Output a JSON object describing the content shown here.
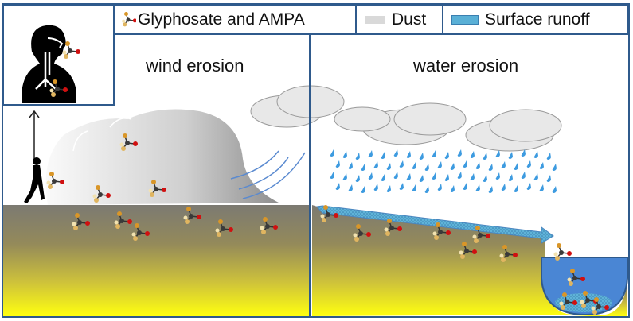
{
  "legend": {
    "molecule_label": "Glyphosate and AMPA",
    "dust_label": "Dust",
    "runoff_label": "Surface runoff"
  },
  "panels": {
    "wind": {
      "title": "wind erosion"
    },
    "water": {
      "title": "water erosion"
    }
  },
  "icons": {
    "molecule": "glyphosate-molecule-icon",
    "person": "human-respiratory-icon",
    "walker": "walking-person-icon",
    "dust": "dust-cloud-icon",
    "rain": "rain-cloud-icon"
  },
  "colors": {
    "frame": "#2f5a8c",
    "dust": "#d9d9d9",
    "runoff": "#5ab0d6",
    "water": "#4a86d4",
    "soil_top": "#7d7a70",
    "soil_bottom": "#ffff10",
    "rain": "#3d9be0",
    "wind": "#5a8ad0",
    "molecule_center": "#3a3a3a",
    "molecule_oxygen": "#d01010",
    "molecule_phosphate": "#e0a030"
  }
}
